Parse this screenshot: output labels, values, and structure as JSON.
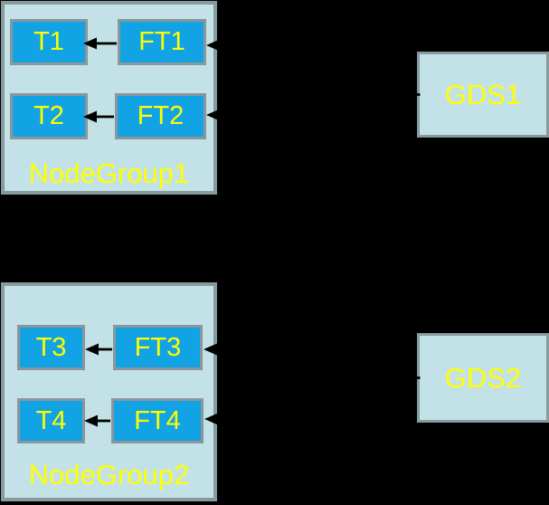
{
  "diagram": {
    "groups": [
      {
        "label": "NodeGroup1",
        "nodes": [
          {
            "label": "T1"
          },
          {
            "label": "FT1"
          },
          {
            "label": "T2"
          },
          {
            "label": "FT2"
          }
        ]
      },
      {
        "label": "NodeGroup2",
        "nodes": [
          {
            "label": "T3"
          },
          {
            "label": "FT3"
          },
          {
            "label": "T4"
          },
          {
            "label": "FT4"
          }
        ]
      }
    ],
    "stores": [
      {
        "label": "GDS1"
      },
      {
        "label": "GDS2"
      }
    ],
    "connections": [
      {
        "from": "FT1",
        "to": "T1"
      },
      {
        "from": "FT2",
        "to": "T2"
      },
      {
        "from": "FT3",
        "to": "T3"
      },
      {
        "from": "FT4",
        "to": "T4"
      },
      {
        "from": "GDS1",
        "to": "FT1"
      },
      {
        "from": "GDS1",
        "to": "FT2"
      },
      {
        "from": "GDS2",
        "to": "FT3"
      },
      {
        "from": "GDS2",
        "to": "FT4"
      }
    ],
    "colors": {
      "background": "#000000",
      "group_fill": "#C2E2E7",
      "group_border": "#879B9E",
      "node_fill": "#12A3E4",
      "node_border": "#8B969A",
      "label_text": "#FFFF00",
      "arrow": "#000000"
    }
  }
}
